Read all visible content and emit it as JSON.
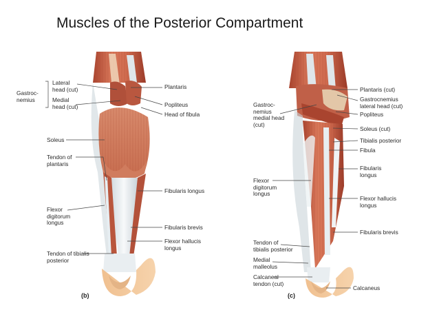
{
  "slide": {
    "title": "Muscles of the Posterior Compartment"
  },
  "panel_b": {
    "letter": "(b)",
    "group_gastrocnemius": [
      "Gastroc-",
      "nemius"
    ],
    "labels": {
      "lateral_head": [
        "Lateral",
        "head (cut)"
      ],
      "medial_head": [
        "Medial",
        "head (cut)"
      ],
      "soleus": [
        "Soleus"
      ],
      "tendon_plantaris": [
        "Tendon of",
        "plantaris"
      ],
      "flexor_digitorum": [
        "Flexor",
        "digitorum",
        "longus"
      ],
      "tendon_tibialis": [
        "Tendon of tibialis",
        "posterior"
      ],
      "plantaris": [
        "Plantaris"
      ],
      "popliteus": [
        "Popliteus"
      ],
      "head_fibula": [
        "Head of fibula"
      ],
      "fibularis_longus": [
        "Fibularis longus"
      ],
      "fibularis_brevis": [
        "Fibularis brevis"
      ],
      "flexor_hallucis": [
        "Flexor hallucis",
        "longus"
      ]
    }
  },
  "panel_c": {
    "letter": "(c)",
    "labels": {
      "gastroc_medial": [
        "Gastroc-",
        "nemius",
        "medial head",
        "(cut)"
      ],
      "flexor_digitorum": [
        "Flexor",
        "digitorum",
        "longus"
      ],
      "tendon_tibialis": [
        "Tendon of",
        "tibialis posterior"
      ],
      "medial_malleolus": [
        "Medial",
        "malleolus"
      ],
      "calcaneal_tendon": [
        "Calcaneal",
        "tendon (cut)"
      ],
      "plantaris_cut": [
        "Plantaris (cut)"
      ],
      "gastroc_lateral": [
        "Gastrocnemius",
        "lateral head (cut)"
      ],
      "popliteus": [
        "Popliteus"
      ],
      "soleus_cut": [
        "Soleus (cut)"
      ],
      "tibialis_posterior": [
        "Tibialis posterior"
      ],
      "fibula": [
        "Fibula"
      ],
      "fibularis_longus": [
        "Fibularis",
        "longus"
      ],
      "flexor_hallucis": [
        "Flexor hallucis",
        "longus"
      ],
      "fibularis_brevis": [
        "Fibularis brevis"
      ],
      "calcaneus": [
        "Calcaneus"
      ]
    }
  },
  "colors": {
    "muscle": "#c8644a",
    "muscle_dark": "#9c3c2a",
    "muscle_light": "#e08a6a",
    "tendon": "#eef1f3",
    "skin": "#f3c79c",
    "leader": "#444444"
  }
}
